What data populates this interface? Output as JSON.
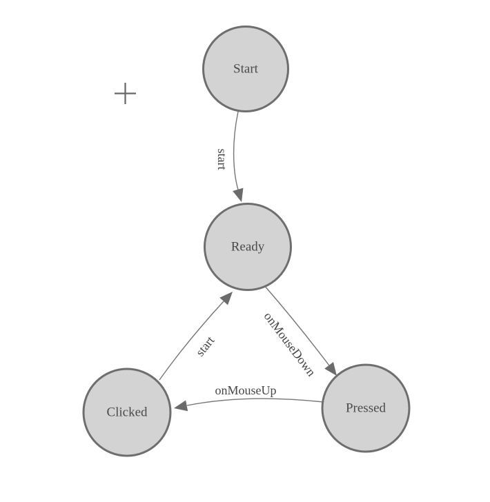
{
  "diagram": {
    "type": "state-machine",
    "nodes": [
      {
        "id": "start",
        "label": "Start"
      },
      {
        "id": "ready",
        "label": "Ready"
      },
      {
        "id": "clicked",
        "label": "Clicked"
      },
      {
        "id": "pressed",
        "label": "Pressed"
      }
    ],
    "edges": [
      {
        "id": "start-to-ready",
        "from": "Start",
        "to": "Ready",
        "label": "start"
      },
      {
        "id": "clicked-to-ready",
        "from": "Clicked",
        "to": "Ready",
        "label": "start"
      },
      {
        "id": "ready-to-pressed",
        "from": "Ready",
        "to": "Pressed",
        "label": "onMouseDown"
      },
      {
        "id": "pressed-to-clicked",
        "from": "Pressed",
        "to": "Clicked",
        "label": "onMouseUp"
      }
    ],
    "colors": {
      "background": "#ffffff",
      "node_fill": "#d3d3d3",
      "node_stroke": "#6e6e6e",
      "edge_stroke": "#757575",
      "arrowhead_fill": "#6b6b6b",
      "label_text": "#454545",
      "crosshair": "#666666"
    },
    "icons": {
      "crosshair": "plus-crosshair-icon",
      "arrowhead": "arrowhead-icon"
    }
  }
}
